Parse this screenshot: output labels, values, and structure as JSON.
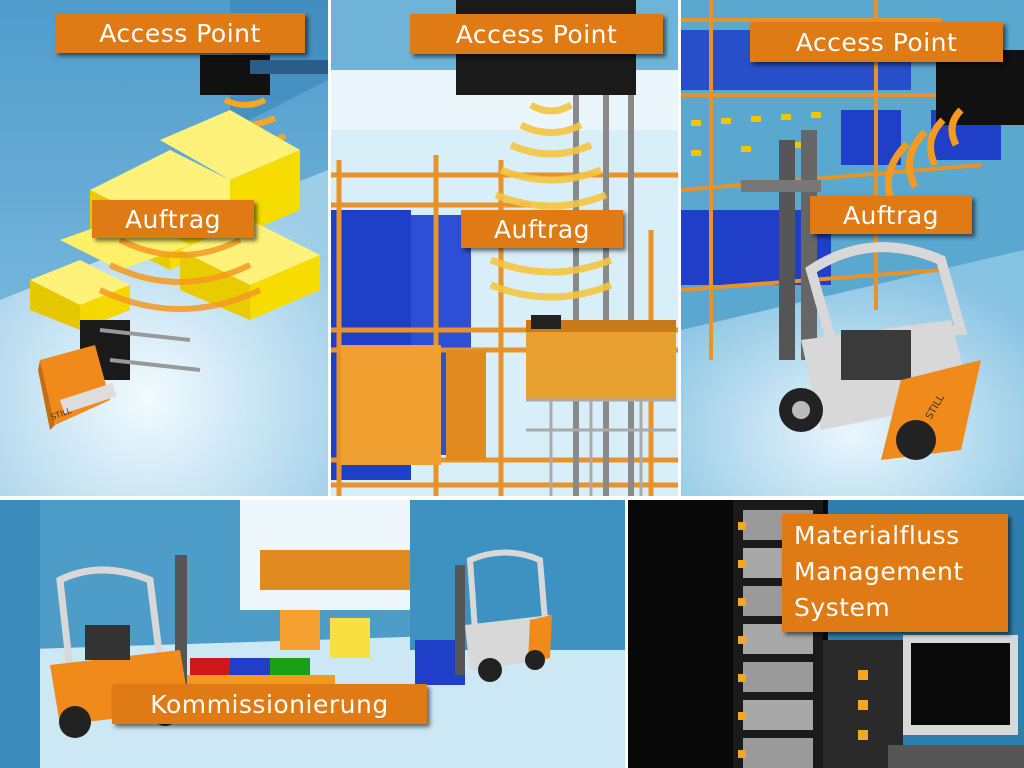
{
  "panels": {
    "p1": {
      "access_point": "Access Point",
      "order": "Auftrag"
    },
    "p2": {
      "access_point": "Access Point",
      "order": "Auftrag"
    },
    "p3": {
      "access_point": "Access Point",
      "order": "Auftrag"
    },
    "p4": {
      "picking": "Kommissionierung"
    },
    "p5": {
      "mfs_line1": "Materialfluss",
      "mfs_line2": "Management",
      "mfs_line3": "System"
    }
  },
  "colors": {
    "label_bg": "#e07a14",
    "label_text": "#ffffff",
    "warehouse_blue": "#5aa7cf",
    "box_yellow": "#ffe600",
    "rack_orange": "#e8932a",
    "shelf_blue": "#1f3fc8",
    "forklift_orange": "#f08a1a"
  },
  "icons": [
    "wifi-signal-icon",
    "access-point-device-icon",
    "forklift-icon",
    "pallet-truck-icon",
    "server-rack-icon",
    "monitor-icon"
  ]
}
